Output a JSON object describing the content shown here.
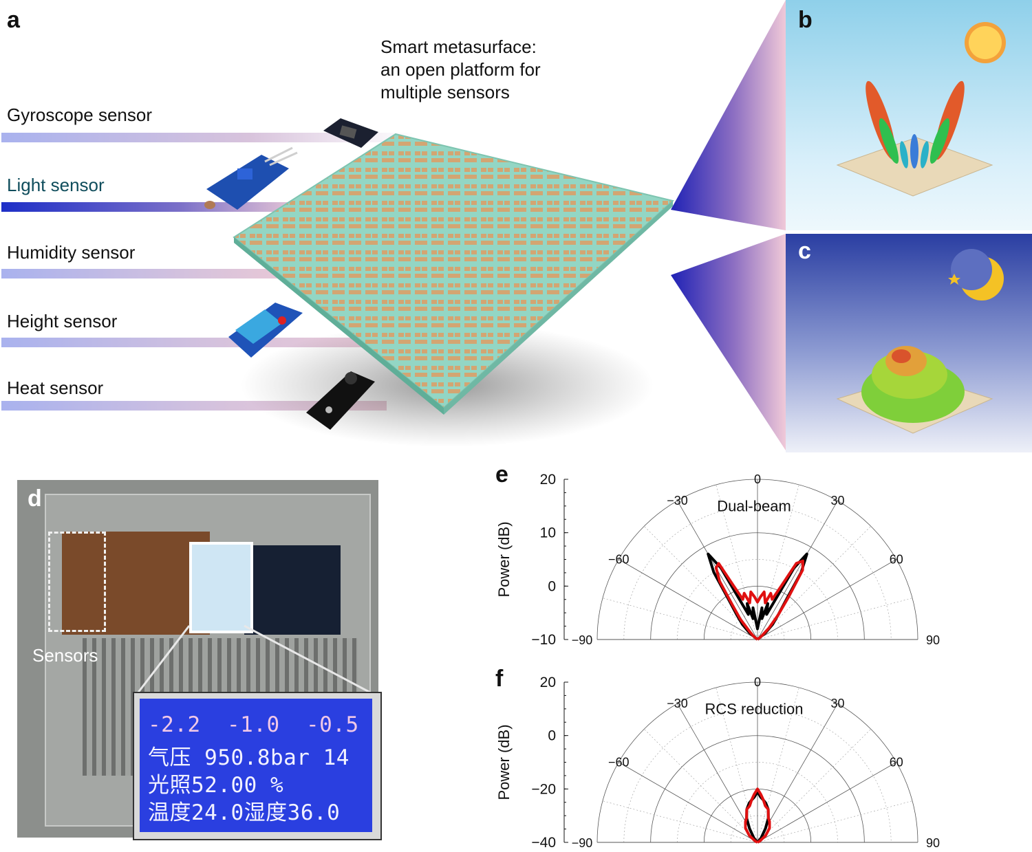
{
  "panels": {
    "a": "a",
    "b": "b",
    "c": "c",
    "d": "d",
    "e": "e",
    "f": "f"
  },
  "panel_a": {
    "title_lines": [
      "Smart metasurface:",
      "an open platform for",
      "multiple sensors"
    ],
    "sensors": [
      "Gyroscope sensor",
      "Light sensor",
      "Humidity sensor",
      "Height sensor",
      "Heat sensor"
    ],
    "colors": {
      "light_sensor_text": "#0f4d5c",
      "metasurface": "#8fd3c0",
      "patch": "#d7a56e",
      "cone": "#2b2fa8"
    }
  },
  "panel_d": {
    "label": "Sensors",
    "lcd_rows": [
      "-2.2  -1.0  -0.5",
      "气压 950.8bar 14",
      "光照52.00 %",
      "温度24.0湿度36.0"
    ],
    "lcd_color": "#2a3fe0"
  },
  "chart_data": [
    {
      "type": "line",
      "subtype": "polar",
      "panel": "e",
      "title": "Dual-beam",
      "ylabel": "Power (dB)",
      "radial_ticks": [
        "20",
        "10",
        "0",
        "−10"
      ],
      "ylim": [
        -10,
        20
      ],
      "angle_ticks": [
        "−90",
        "−60",
        "−30",
        "0",
        "30",
        "60",
        "90"
      ],
      "angle_range": [
        -90,
        90
      ],
      "grid": true,
      "series": [
        {
          "color": "#000000",
          "angles": [
            -90,
            -60,
            -50,
            -45,
            -40,
            -36,
            -33,
            -30,
            -27,
            -24,
            -20,
            -16,
            -12,
            -8,
            -4,
            0,
            4,
            8,
            12,
            16,
            20,
            24,
            27,
            30,
            33,
            36,
            40,
            45,
            50,
            60,
            90
          ],
          "values": [
            -10,
            -10,
            -8,
            -6,
            -4,
            -1,
            5,
            8.5,
            5,
            -2,
            -5,
            -3,
            -6,
            -4,
            -7,
            -8,
            -7,
            -4,
            -6,
            -3,
            -5,
            -2,
            5,
            8.5,
            5,
            -1,
            -4,
            -6,
            -8,
            -10,
            -10
          ]
        },
        {
          "color": "#e01010",
          "angles": [
            -90,
            -60,
            -50,
            -45,
            -40,
            -36,
            -33,
            -30,
            -27,
            -24,
            -20,
            -16,
            -12,
            -8,
            -4,
            0,
            4,
            8,
            12,
            16,
            20,
            24,
            27,
            30,
            33,
            36,
            40,
            45,
            50,
            60,
            90
          ],
          "values": [
            -10,
            -10,
            -9,
            -8,
            -5,
            -2,
            3,
            5.5,
            6,
            1,
            -2,
            -1,
            -3,
            -1,
            -2,
            -3,
            -2,
            -1,
            -3,
            -1,
            -2,
            1,
            6,
            7,
            5.5,
            0,
            -4,
            -7,
            -9,
            -10,
            -10
          ]
        }
      ]
    },
    {
      "type": "line",
      "subtype": "polar",
      "panel": "f",
      "title": "RCS reduction",
      "ylabel": "Power (dB)",
      "radial_ticks": [
        "20",
        "0",
        "−20",
        "−40"
      ],
      "ylim": [
        -40,
        20
      ],
      "angle_ticks": [
        "−90",
        "−60",
        "−30",
        "0",
        "30",
        "60",
        "90"
      ],
      "angle_range": [
        -90,
        90
      ],
      "grid": true,
      "series": [
        {
          "color": "#000000",
          "angles": [
            -90,
            -50,
            -40,
            -30,
            -24,
            -18,
            -12,
            -8,
            -4,
            0,
            4,
            8,
            12,
            18,
            24,
            30,
            40,
            50,
            90
          ],
          "values": [
            -40,
            -40,
            -38,
            -34,
            -30,
            -27,
            -25,
            -24,
            -23,
            -21,
            -23,
            -24,
            -25,
            -27,
            -30,
            -34,
            -38,
            -40,
            -40
          ]
        },
        {
          "color": "#e01010",
          "angles": [
            -90,
            -60,
            -50,
            -40,
            -30,
            -24,
            -18,
            -12,
            -8,
            -4,
            0,
            4,
            8,
            12,
            18,
            24,
            30,
            40,
            50,
            60,
            90
          ],
          "values": [
            -40,
            -39,
            -36,
            -33,
            -31,
            -30,
            -27,
            -26,
            -24,
            -22,
            -20,
            -22,
            -24,
            -26,
            -27,
            -30,
            -31,
            -33,
            -36,
            -39,
            -40
          ]
        }
      ]
    }
  ]
}
